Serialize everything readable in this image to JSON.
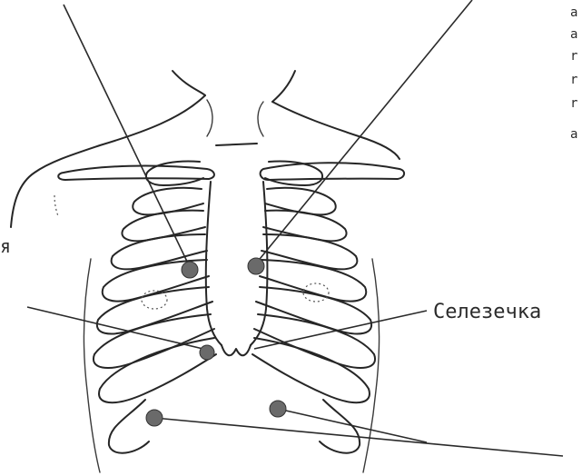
{
  "labels": {
    "spleen": "Селезечка",
    "left_fragment": "я",
    "right_fragment_lines": [
      "a",
      "a",
      "r",
      "r",
      "r",
      "a"
    ]
  }
}
